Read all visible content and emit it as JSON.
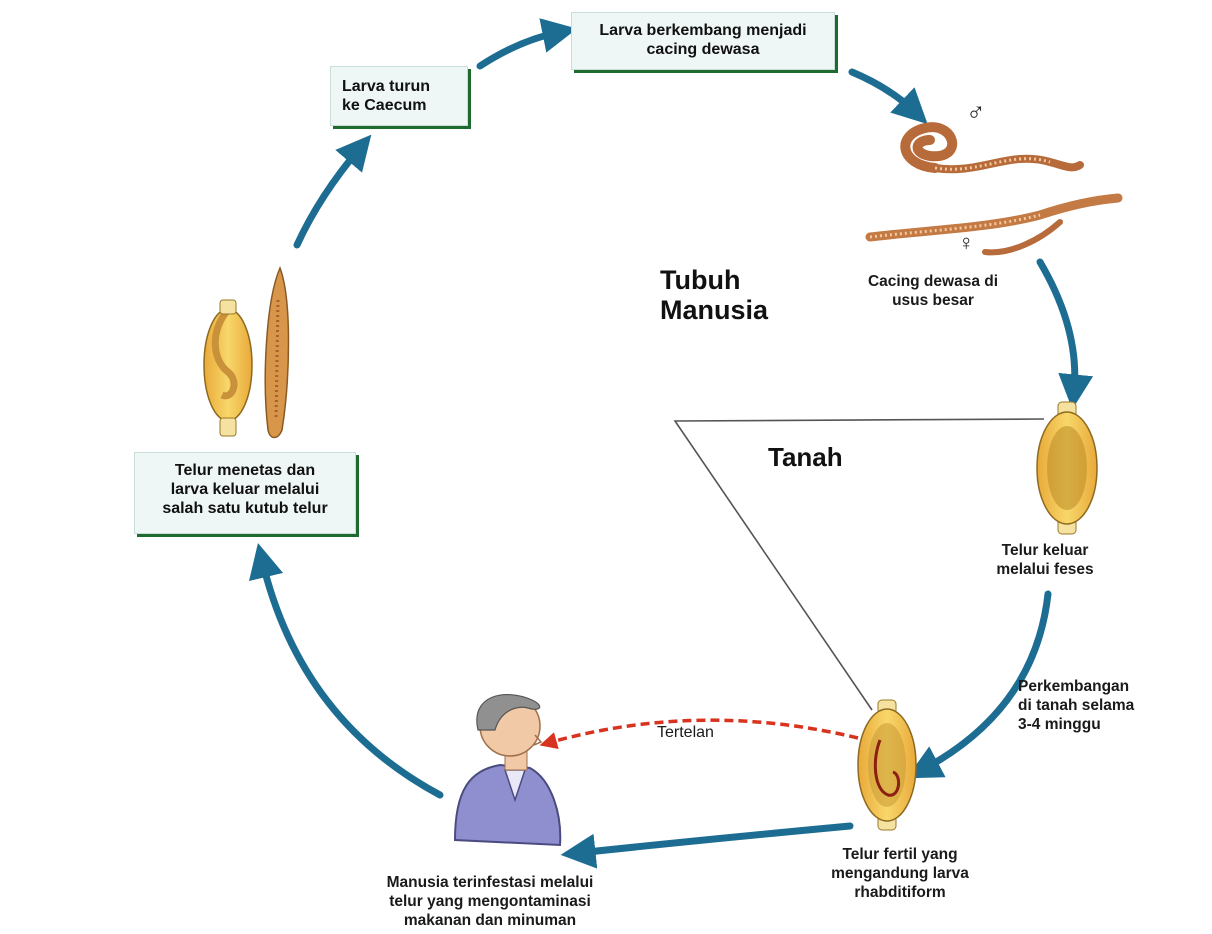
{
  "regions": {
    "body_label": [
      "Tubuh",
      "Manusia"
    ],
    "soil_label": "Tanah"
  },
  "steps": {
    "larva_caecum": [
      "Larva turun",
      "ke Caecum"
    ],
    "larva_adult": [
      "Larva berkembang menjadi",
      "cacing dewasa"
    ],
    "adult_worms": [
      "Cacing dewasa di",
      "usus besar"
    ],
    "egg_feces": [
      "Telur keluar",
      "melalui feses"
    ],
    "soil_development": [
      "Perkembangan",
      "di tanah selama",
      "3-4 minggu"
    ],
    "fertile_egg": [
      "Telur fertil yang",
      "mengandung larva",
      "rhabditiform"
    ],
    "human_infected": [
      "Manusia terinfestasi melalui",
      "telur yang mengontaminasi",
      "makanan dan minuman"
    ],
    "egg_hatch": [
      "Telur menetas dan",
      "larva keluar melalui",
      "salah satu kutub telur"
    ],
    "ingested": "Tertelan"
  },
  "symbols": {
    "male": "♂",
    "female": "♀"
  },
  "colors": {
    "arrow": "#1d6d93",
    "dashed_arrow": "#d8331f",
    "box_bg": "#eef7f5",
    "box_shadow": "#1f6b2f",
    "egg_shell": "#f3c24b",
    "worm": "#b86b3a"
  }
}
